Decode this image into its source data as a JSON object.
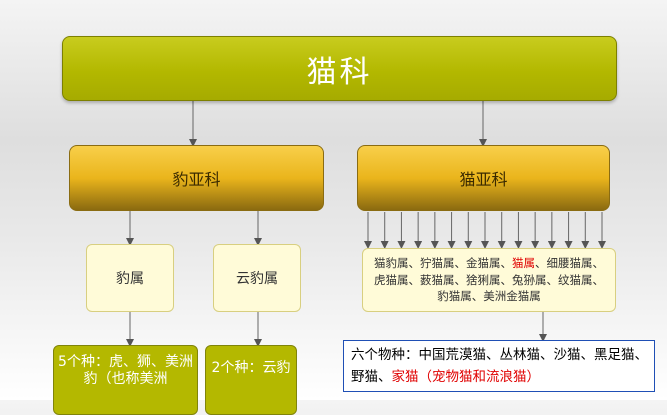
{
  "root": {
    "label": "猫科"
  },
  "subfamilies": [
    {
      "label": "豹亚科"
    },
    {
      "label": "猫亚科"
    }
  ],
  "genera": {
    "leopard_genus": "豹属",
    "clouded_leopard_genus": "云豹属",
    "felinae_genera": {
      "part1": "猫豹属、狞猫属、金猫属、",
      "red": "猫属",
      "part2": "、细腰猫属、虎猫属、薮猫属、猞猁属、兔狲属、纹猫属、豹猫属、美洲金猫属"
    }
  },
  "species": {
    "panthera": "5个种：虎、狮、美洲豹（也称美洲",
    "neofelis": "2个种：云豹",
    "felis": {
      "part1": "六个物种：中国荒漠猫、丛林猫、沙猫、黑足猫、野猫、",
      "red": "家猫（宠物猫和流浪猫）"
    }
  },
  "colors": {
    "root": "#b3b800",
    "subfamily": "#eab51c",
    "genus_bg": "#fffbd8",
    "highlight": "#e00000",
    "callout_border": "#1f4fb5"
  }
}
